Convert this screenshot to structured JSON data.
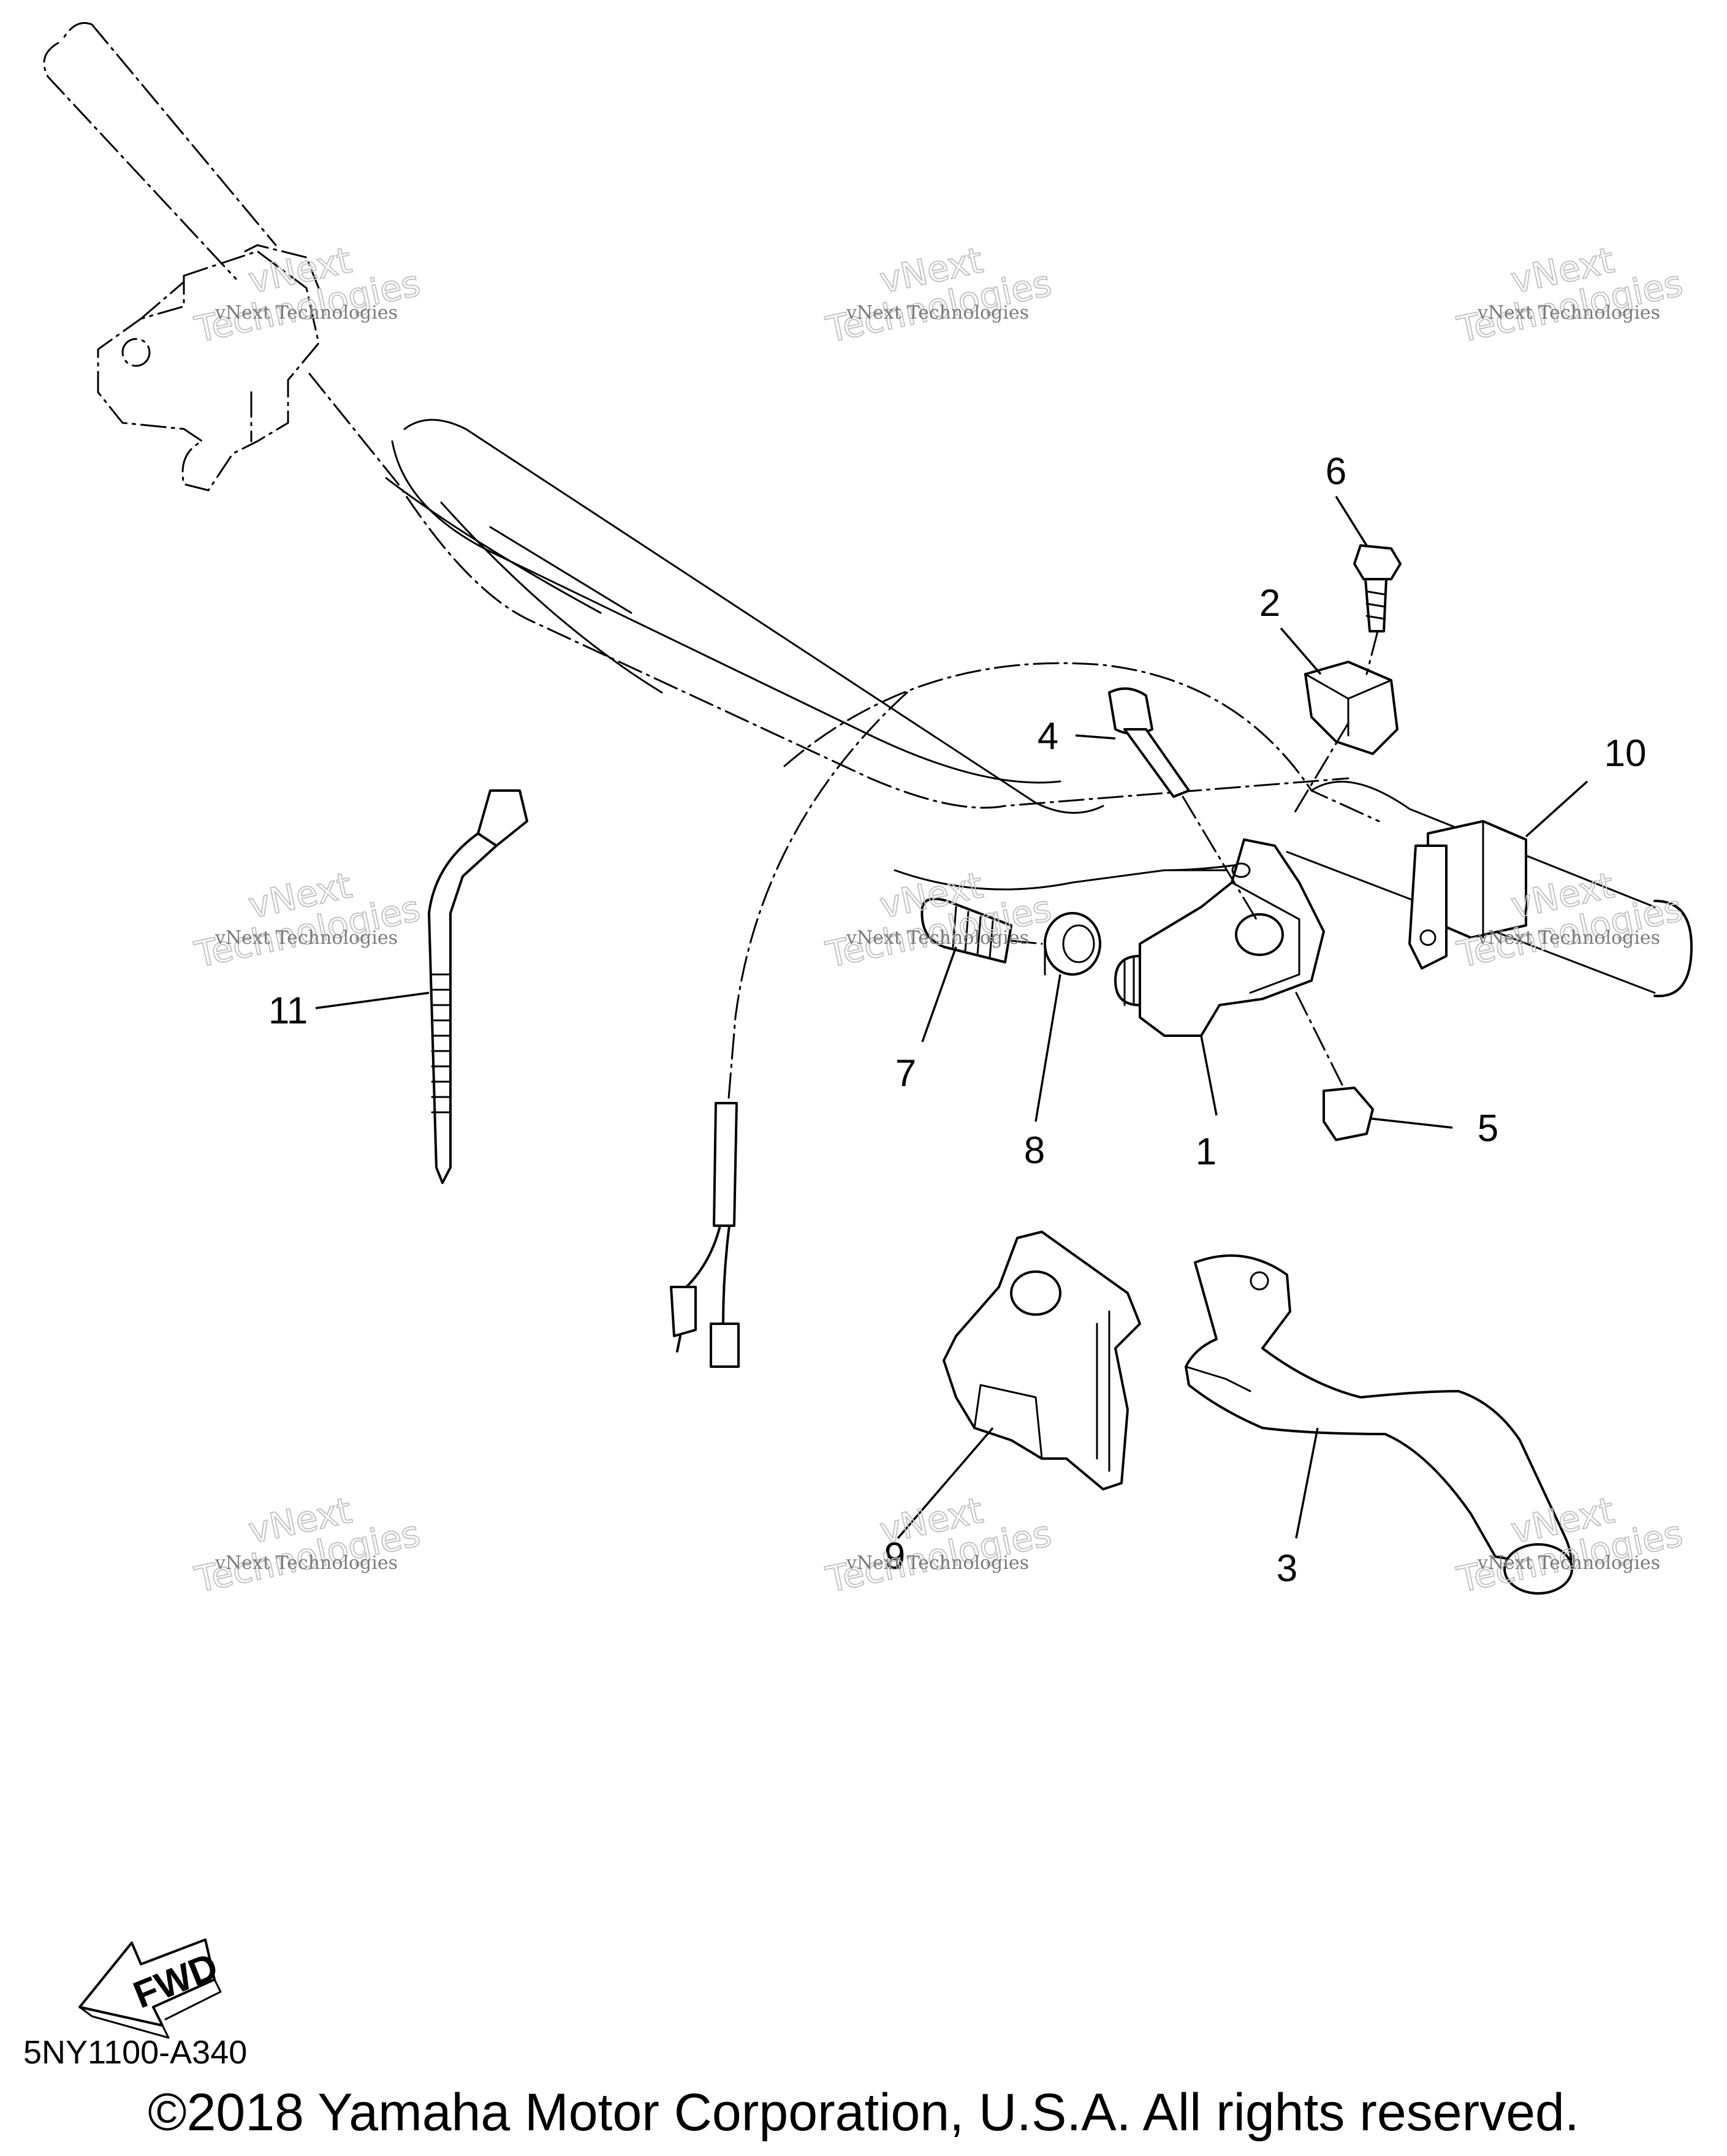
{
  "diagram": {
    "callouts": [
      {
        "id": "1",
        "label": "1"
      },
      {
        "id": "2",
        "label": "2"
      },
      {
        "id": "3",
        "label": "3"
      },
      {
        "id": "4",
        "label": "4"
      },
      {
        "id": "5",
        "label": "5"
      },
      {
        "id": "6",
        "label": "6"
      },
      {
        "id": "7",
        "label": "7"
      },
      {
        "id": "8",
        "label": "8"
      },
      {
        "id": "9",
        "label": "9"
      },
      {
        "id": "10",
        "label": "10"
      },
      {
        "id": "11",
        "label": "11"
      }
    ],
    "fwd_label": "FWD",
    "diagram_code": "5NY1100-A340"
  },
  "footer": {
    "copyright": "©2018 Yamaha Motor Corporation, U.S.A. All rights reserved."
  },
  "watermark": {
    "small": "vNext Technologies",
    "big_top": "vNext",
    "big_bottom": "Technologies"
  }
}
